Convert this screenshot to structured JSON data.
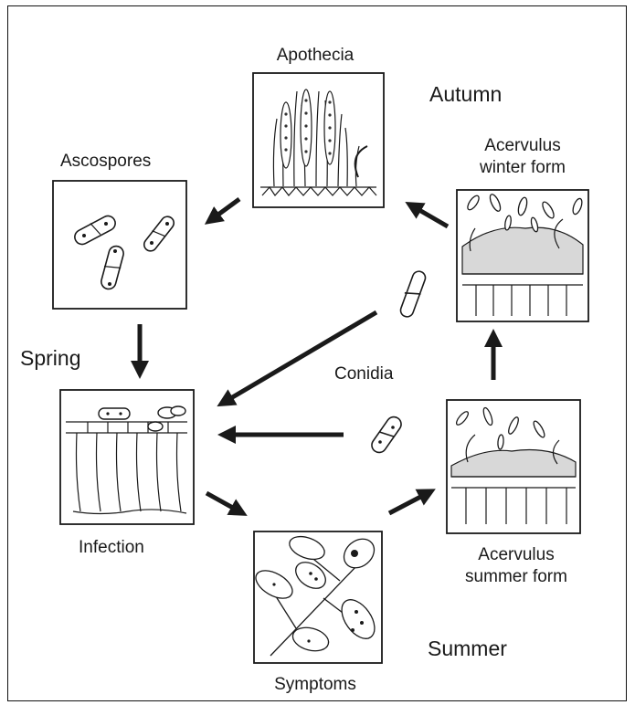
{
  "labels": {
    "apothecia": "Apothecia",
    "ascospores": "Ascospores",
    "acervulus_winter": [
      "Acervulus",
      "winter form"
    ],
    "acervulus_summer": [
      "Acervulus",
      "summer form"
    ],
    "conidia": "Conidia",
    "infection": "Infection",
    "symptoms": "Symptoms"
  },
  "seasons": {
    "autumn": "Autumn",
    "spring": "Spring",
    "summer": "Summer"
  },
  "colors": {
    "ink": "#1a1a1a",
    "background": "#ffffff"
  }
}
